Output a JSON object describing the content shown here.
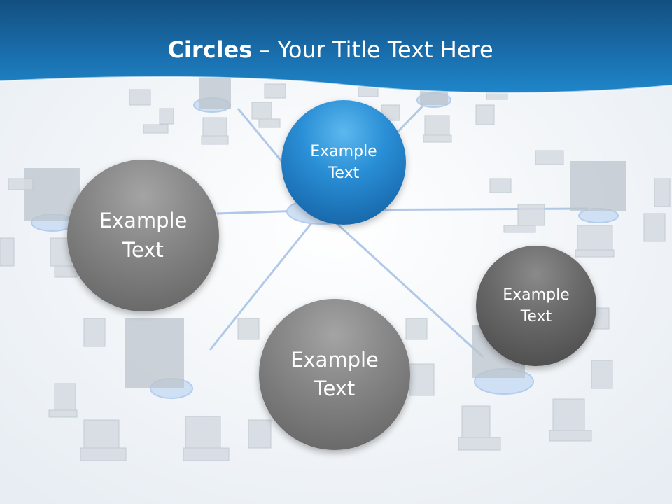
{
  "slide": {
    "title_bold": "Circles",
    "title_rest": " – Your Title Text Here"
  },
  "circles": [
    {
      "line1": "Example",
      "line2": "Text",
      "style": "blue"
    },
    {
      "line1": "Example",
      "line2": "Text",
      "style": "gray"
    },
    {
      "line1": "Example",
      "line2": "Text",
      "style": "gray"
    },
    {
      "line1": "Example",
      "line2": "Text",
      "style": "dark"
    }
  ],
  "colors": {
    "banner": "#1a75b8",
    "accent_blue": "#2a8fd6",
    "gray": "#7a7a7a",
    "dark_gray": "#555555"
  }
}
